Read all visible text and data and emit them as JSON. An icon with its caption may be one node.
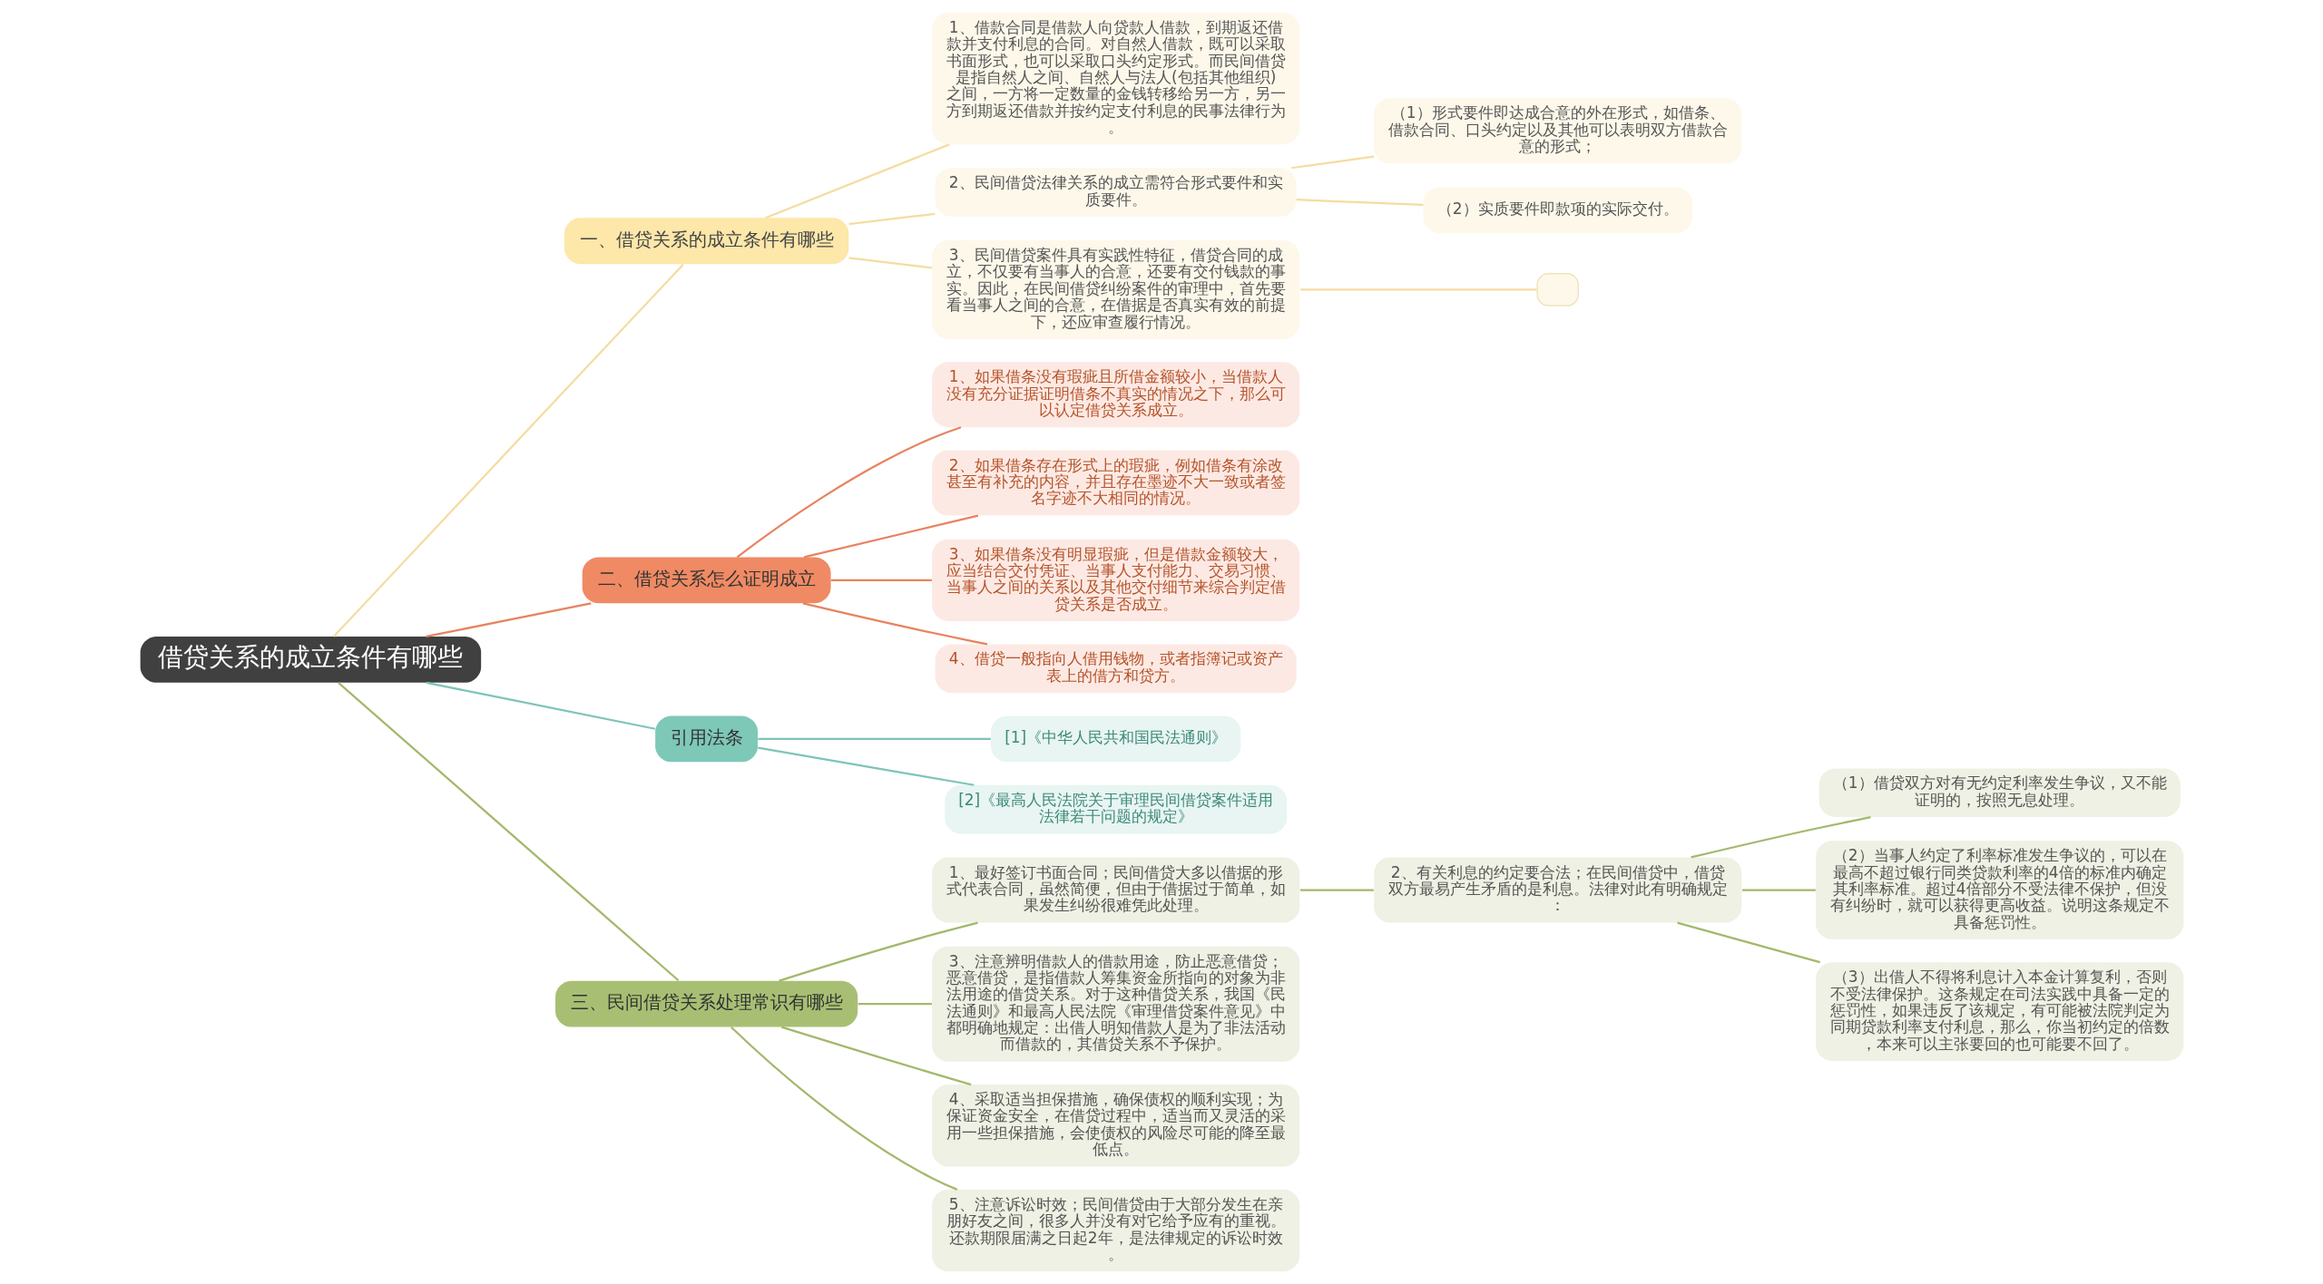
{
  "diagram": {
    "nodes": [
      {
        "text": [
          "借贷关系的成立条件有哪些"
        ]
      },
      {
        "text": [
          "一、借贷关系的成立条件有哪些"
        ]
      },
      {
        "text": [
          "1、借款合同是借款人向贷款人借款，到期返还借款并支付利息的合同。对自然人借款，既可以采取书面形式，也可以采取口头约定形式。而民间借贷是指自然人之间、自然人与法人(包括其他组织)之间，一方将一定数量的金钱转移给另一方，另一方到期返还借款并按约定支付利息的民事法律行为。"
        ]
      },
      {
        "text": [
          "2、民间借贷法律关系的成立需符合形式要件和实质要件。"
        ]
      },
      {
        "text": [
          "（1）形式要件即达成合意的外在形式，如借条、借款合同、口头约定以及其他可以表明双方借款合意的形式；"
        ]
      },
      {
        "text": [
          "（2）实质要件即款项的实际交付。"
        ]
      },
      {
        "text": [
          "3、民间借贷案件具有实践性特征，借贷合同的成立，不仅要有当事人的合意，还要有交付钱款的事实。因此，在民间借贷纠纷案件的审理中，首先要看当事人之间的合意，在借据是否真实有效的前提下，还应审查履行情况。"
        ]
      },
      {
        "text": [],
        "shape": "box"
      },
      {
        "text": [
          "二、借贷关系怎么证明成立"
        ]
      },
      {
        "text": [
          "1、如果借条没有瑕疵且所借金额较小，当借款人没有充分证据证明借条不真实的情况之下，那么可以认定借贷关系成立。"
        ]
      },
      {
        "text": [
          "2、如果借条存在形式上的瑕疵，例如借条有涂改甚至有补充的内容，并且存在墨迹不大一致或者签名字迹不大相同的情况。"
        ]
      },
      {
        "text": [
          "3、如果借条没有明显瑕疵，但是借款金额较大，应当结合交付凭证、当事人支付能力、交易习惯、当事人之间的关系以及其他交付细节来综合判定借贷关系是否成立。"
        ]
      },
      {
        "text": [
          "4、借贷一般指向人借用钱物，或者指簿记或资产表上的借方和贷方。"
        ]
      },
      {
        "text": [
          "引用法条"
        ]
      },
      {
        "text": [
          "[1]《中华人民共和国民法通则》"
        ]
      },
      {
        "text": [
          "[2]《最高人民法院关于审理民间借贷案件适用法律若干问题的规定》"
        ]
      },
      {
        "text": [
          "三、民间借贷关系处理常识有哪些"
        ]
      },
      {
        "text": [
          "1、最好签订书面合同；民间借贷大多以借据的形式代表合同，虽然简便，但由于借据过于简单，如果发生纠纷很难凭此处理。"
        ]
      },
      {
        "text": [
          "2、有关利息的约定要合法；在民间借贷中，借贷双方最易产生矛盾的是利息。法律对此有明确规定："
        ]
      },
      {
        "text": [
          "（1）借贷双方对有无约定利率发生争议，又不能证明的，按照无息处理。"
        ]
      },
      {
        "text": [
          "（2）当事人约定了利率标准发生争议的，可以在最高不超过银行同类贷款利率的4倍的标准内确定其利率标准。超过4倍部分不受法律不保护，但没有纠纷时，就可以获得更高收益。说明这条规定不具备惩罚性。"
        ]
      },
      {
        "text": [
          "（3）出借人不得将利息计入本金计算复利，否则不受法律保护。这条规定在司法实践中具备一定的惩罚性，如果违反了该规定，有可能被法院判定为同期贷款利率支付利息，那么，你当初约定的倍数，本来可以主张要回的也可能要不回了。"
        ]
      },
      {
        "text": [
          "3、注意辨明借款人的借款用途，防止恶意借贷；恶意借贷，是指借款人筹集资金所指向的对象为非法用途的借贷关系。对于这种借贷关系，我国《民法通则》和最高人民法院《审理借贷案件意见》中都明确地规定：出借人明知借款人是为了非法活动而借款的，其借贷关系不予保护。"
        ]
      },
      {
        "text": [
          "4、采取适当担保措施，确保债权的顺利实现；为保证资金安全，在借贷过程中，适当而又灵活的采用一些担保措施，会使债权的风险尽可能的降至最低点。"
        ]
      },
      {
        "text": [
          "5、注意诉讼时效；民间借贷由于大部分发生在亲朋好友之间，很多人并没有对它给予应有的重视。还款期限届满之日起2年，是法律规定的诉讼时效。"
        ]
      }
    ],
    "edges": [
      {
        "from": 0,
        "to": 1,
        "arrow": "none",
        "color": "#f5dca0"
      },
      {
        "from": 1,
        "to": 2,
        "arrow": "none",
        "color": "#f5dca0"
      },
      {
        "from": 1,
        "to": 3,
        "arrow": "none",
        "color": "#f5dca0"
      },
      {
        "from": 3,
        "to": 4,
        "arrow": "none",
        "color": "#f5dca0"
      },
      {
        "from": 3,
        "to": 5,
        "arrow": "none",
        "color": "#f5dca0"
      },
      {
        "from": 1,
        "to": 6,
        "arrow": "none",
        "color": "#f5dca0"
      },
      {
        "from": 6,
        "to": 7,
        "arrow": "none",
        "color": "#f5dca0"
      },
      {
        "from": 0,
        "to": 8,
        "arrow": "none",
        "color": "#e8825f"
      },
      {
        "from": 8,
        "to": 9,
        "arrow": "none",
        "color": "#e8825f"
      },
      {
        "from": 8,
        "to": 10,
        "arrow": "none",
        "color": "#e8825f"
      },
      {
        "from": 8,
        "to": 11,
        "arrow": "none",
        "color": "#e8825f"
      },
      {
        "from": 8,
        "to": 12,
        "arrow": "none",
        "color": "#e8825f"
      },
      {
        "from": 0,
        "to": 13,
        "arrow": "none",
        "color": "#7fc4b8"
      },
      {
        "from": 13,
        "to": 14,
        "arrow": "none",
        "color": "#7fc4b8"
      },
      {
        "from": 13,
        "to": 15,
        "arrow": "none",
        "color": "#7fc4b8"
      },
      {
        "from": 0,
        "to": 16,
        "arrow": "none"
      },
      {
        "from": 16,
        "to": 17,
        "arrow": "none"
      },
      {
        "from": 17,
        "to": 18,
        "arrow": "none"
      },
      {
        "from": 18,
        "to": 19,
        "arrow": "none"
      },
      {
        "from": 18,
        "to": 20,
        "arrow": "none"
      },
      {
        "from": 18,
        "to": 21,
        "arrow": "none"
      },
      {
        "from": 16,
        "to": 22,
        "arrow": "none"
      },
      {
        "from": 16,
        "to": 23,
        "arrow": "none"
      },
      {
        "from": 16,
        "to": 24,
        "arrow": "none"
      }
    ]
  }
}
